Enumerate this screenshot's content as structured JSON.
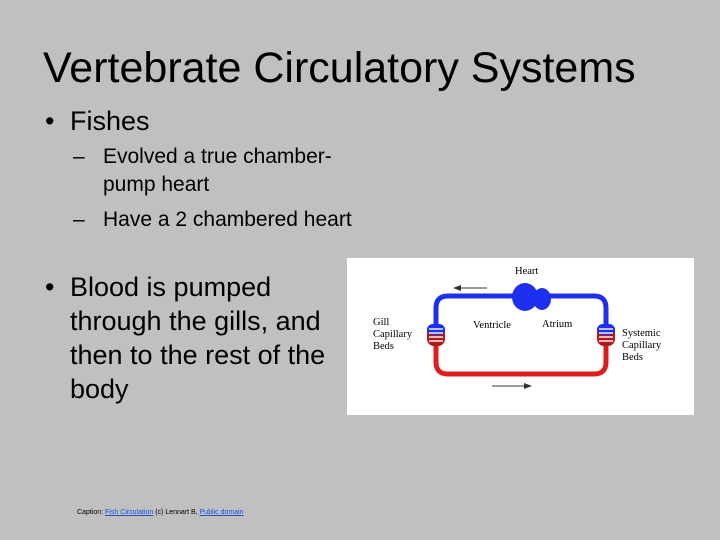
{
  "slide": {
    "title": "Vertebrate Circulatory Systems",
    "bullet_glyph": "•",
    "dash_glyph": "–",
    "bullets": [
      {
        "text": "Fishes",
        "subs": [
          "Evolved a true chamber-pump heart",
          "Have a 2 chambered heart"
        ]
      },
      {
        "text": "Blood is pumped through the gills, and then to the rest of the body"
      }
    ]
  },
  "diagram": {
    "labels": {
      "heart": "Heart",
      "ventricle": "Ventricle",
      "atrium": "Atrium",
      "gill_1": "Gill",
      "gill_2": "Capillary",
      "gill_3": "Beds",
      "sys_1": "Systemic",
      "sys_2": "Capillary",
      "sys_3": "Beds"
    },
    "colors": {
      "oxygen_poor": "#1f2ff0",
      "oxygen_rich": "#e01b1b",
      "arrow": "#333333"
    }
  },
  "caption": {
    "prefix": "Caption: ",
    "link1": "Fish Circulation",
    "middle": " (c) Lennart B, ",
    "link2": "Public domain"
  }
}
